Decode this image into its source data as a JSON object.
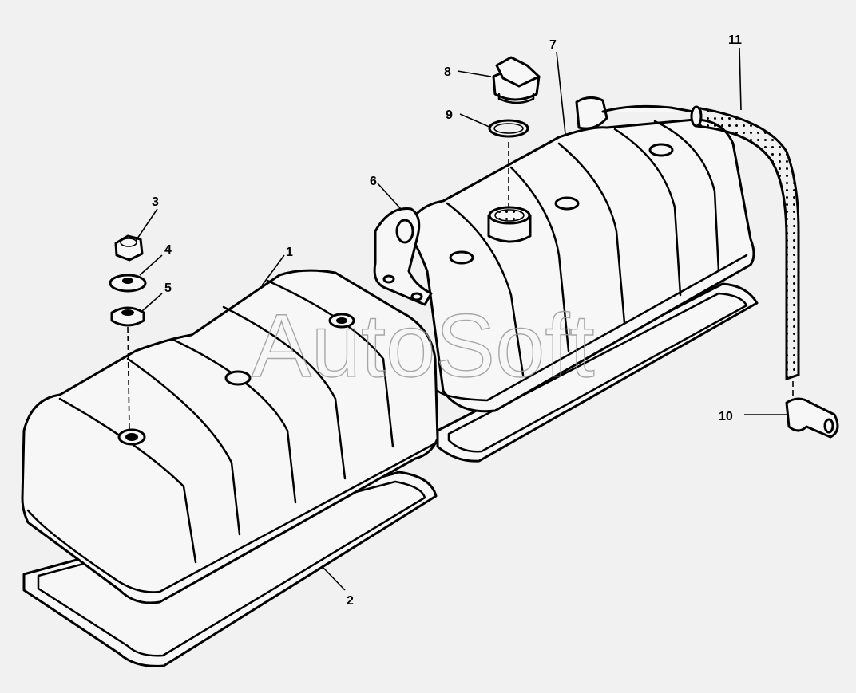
{
  "watermark": "AutoSoft",
  "callouts": {
    "c1": "1",
    "c2": "2",
    "c3": "3",
    "c4": "4",
    "c5": "5",
    "c6": "6",
    "c7": "7",
    "c8": "8",
    "c9": "9",
    "c10": "10",
    "c11": "11"
  },
  "colors": {
    "background": "#f1f1f1",
    "line": "#000000",
    "watermark": "#9a9a9a"
  }
}
